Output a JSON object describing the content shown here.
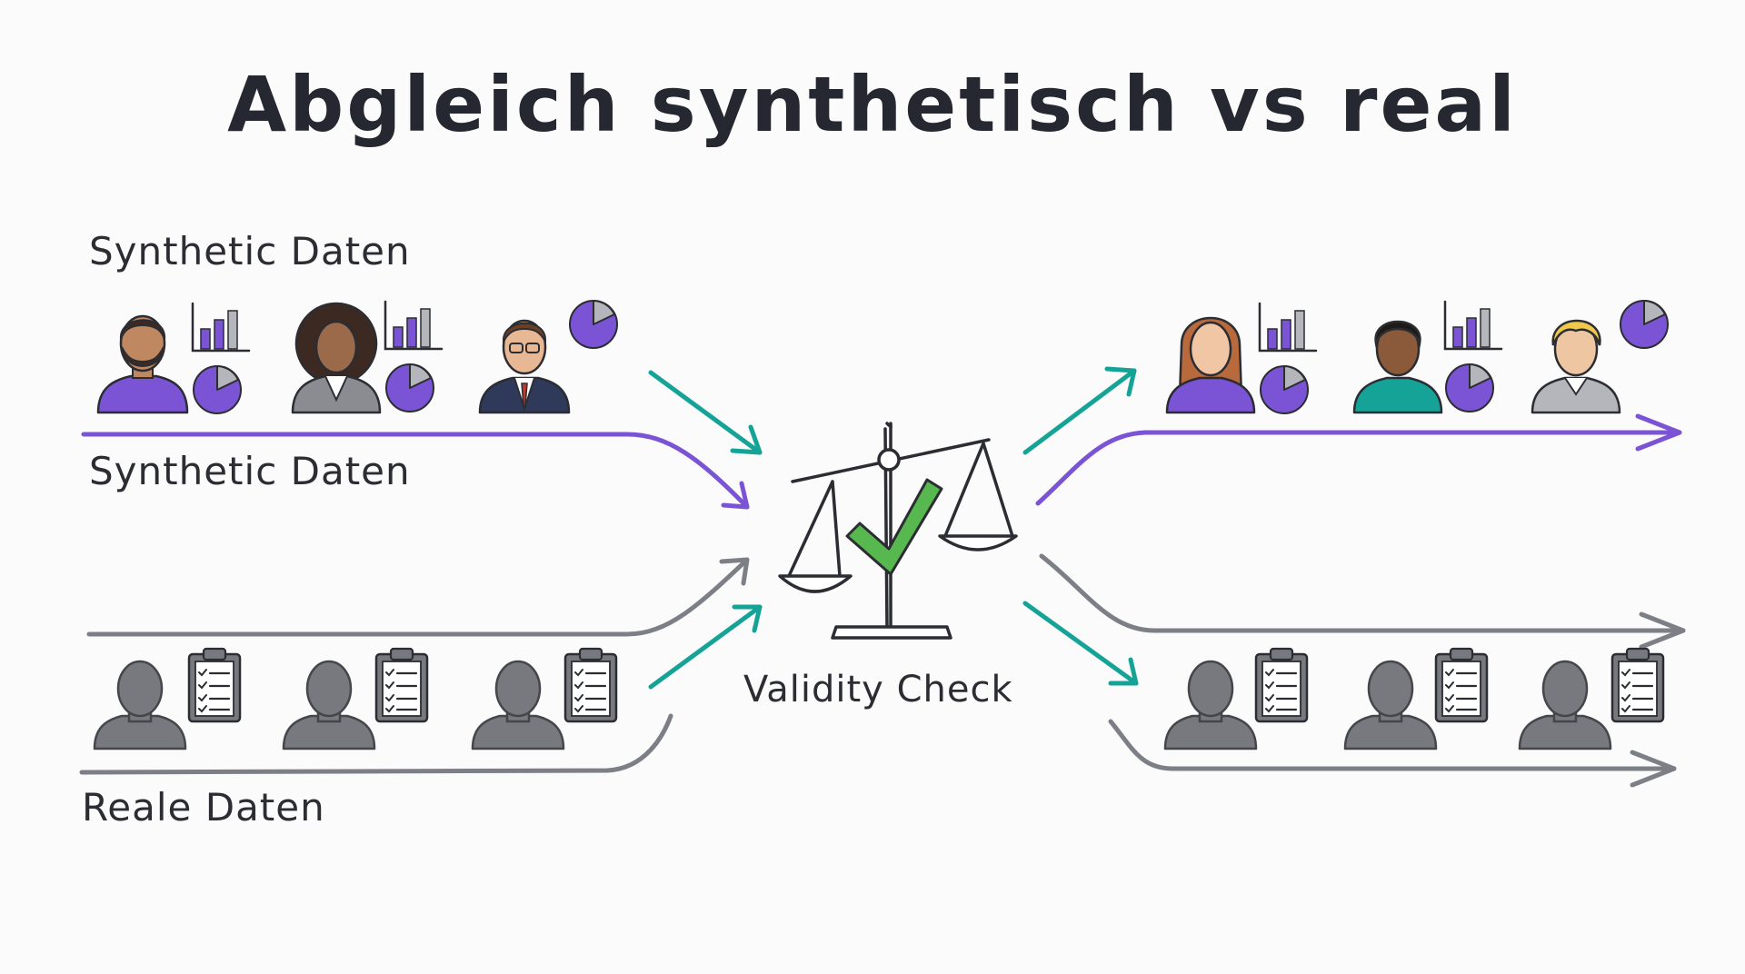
{
  "title": "Abgleich synthetisch vs real",
  "labels": {
    "synthetic_top": "Synthetic Daten",
    "synthetic_mid": "Synthetic Daten",
    "real": "Reale Daten",
    "check": "Validity Check"
  },
  "colors": {
    "purple": "#7b54d6",
    "teal": "#16a397",
    "gray": "#7d7f86",
    "check_green": "#57b84f",
    "ink": "#2b2d33"
  },
  "icons": {
    "synthetic_left": [
      "man-beard-avatar-icon",
      "bar-chart-icon",
      "pie-chart-icon",
      "woman-curly-avatar-icon",
      "bar-chart-icon",
      "pie-chart-icon",
      "man-glasses-suit-avatar-icon",
      "pie-chart-icon"
    ],
    "synthetic_right": [
      "woman-long-hair-avatar-icon",
      "bar-chart-icon",
      "pie-chart-icon",
      "man-curly-avatar-icon",
      "bar-chart-icon",
      "pie-chart-icon",
      "man-blond-avatar-icon",
      "pie-chart-icon"
    ],
    "real": [
      "person-silhouette-icon",
      "clipboard-checklist-icon"
    ],
    "center": [
      "balance-scale-icon",
      "checkmark-icon"
    ]
  }
}
